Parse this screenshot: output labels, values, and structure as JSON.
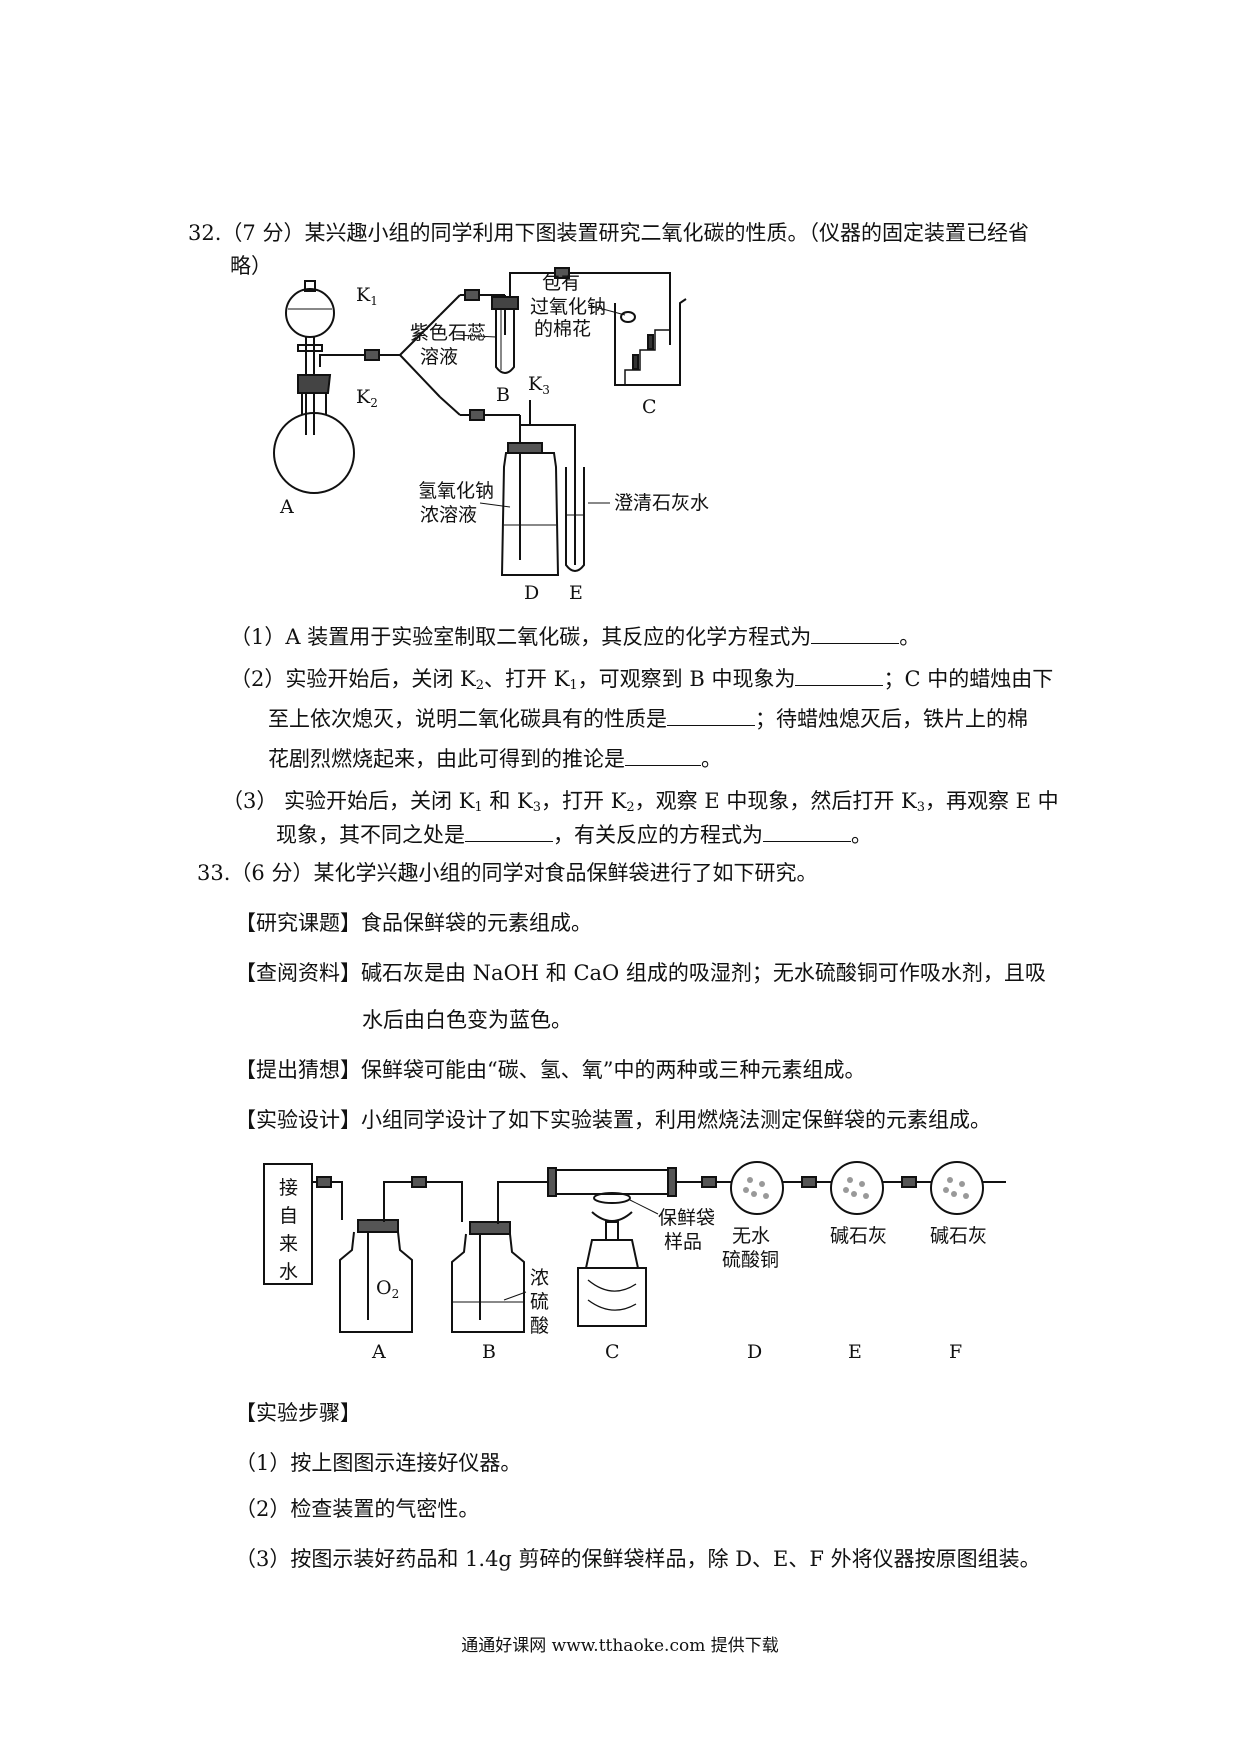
{
  "q32": {
    "number": "32.",
    "score": "（7 分）",
    "stem": "某兴趣小组的同学利用下图装置研究二氧化碳的性质。（仪器的固定装置已经省",
    "stem_cont": "略）",
    "figure": {
      "A": "A",
      "B": "B",
      "C": "C",
      "D": "D",
      "E": "E",
      "K1": "K",
      "K1_sub": "1",
      "K2": "K",
      "K2_sub": "2",
      "K3": "K",
      "K3_sub": "3",
      "litmus_1": "紫色石蕊",
      "litmus_2": "溶液",
      "cotton_1": "包有",
      "cotton_2": "过氧化钠",
      "cotton_3": "的棉花",
      "naoh_1": "氢氧化钠",
      "naoh_2": "浓溶液",
      "limewater": "澄清石灰水"
    },
    "p1": "（1）A 装置用于实验室制取二氧化碳，其反应的化学方程式为",
    "p1_end": "。",
    "p2_a": "（2）实验开始后，关闭 K",
    "p2_a_sub1": "2",
    "p2_b": "、打开 K",
    "p2_b_sub": "1",
    "p2_c": "，可观察到 B 中现象为",
    "p2_d": "；C 中的蜡烛由下",
    "p2_line2": "至上依次熄灭，说明二氧化碳具有的性质是",
    "p2_line2_end": "；待蜡烛熄灭后，铁片上的棉",
    "p2_line3": "花剧烈燃烧起来，由此可得到的推论是",
    "p2_line3_end": "。",
    "p3_a": "（3）  实验开始后，关闭 K",
    "p3_a_sub": "1",
    "p3_b": " 和 K",
    "p3_b_sub": "3",
    "p3_c": "，打开 K",
    "p3_c_sub": "2",
    "p3_d": "，观察 E 中现象，然后打开 K",
    "p3_d_sub": "3",
    "p3_e": "，再观察 E 中",
    "p3_line2": "现象，其不同之处是",
    "p3_line2_mid": "，有关反应的方程式为",
    "p3_line2_end": "。"
  },
  "q33": {
    "number": "33.",
    "score": "（6 分）",
    "stem": "某化学兴趣小组的同学对食品保鲜袋进行了如下研究。",
    "topic_label": "【研究课题】",
    "topic": "食品保鲜袋的元素组成。",
    "ref_label": "【查阅资料】",
    "ref": "碱石灰是由 NaOH 和 CaO 组成的吸湿剂；无水硫酸铜可作吸水剂，且吸",
    "ref_cont": "水后由白色变为蓝色。",
    "guess_label": "【提出猜想】",
    "guess": "保鲜袋可能由“碳、氢、氧”中的两种或三种元素组成。",
    "design_label": "【实验设计】",
    "design": "小组同学设计了如下实验装置，利用燃烧法测定保鲜袋的元素组成。",
    "figure": {
      "water_1": "接",
      "water_2": "自",
      "water_3": "来",
      "water_4": "水",
      "o2": "O",
      "o2_sub": "2",
      "acid_1": "浓",
      "acid_2": "硫",
      "acid_3": "酸",
      "sample_1": "保鲜袋",
      "sample_2": "样品",
      "cuso4_1": "无水",
      "cuso4_2": "硫酸铜",
      "lime_e": "碱石灰",
      "lime_f": "碱石灰",
      "A": "A",
      "B": "B",
      "C": "C",
      "D": "D",
      "E": "E",
      "F": "F"
    },
    "steps_label": "【实验步骤】",
    "s1": "（1）按上图图示连接好仪器。",
    "s2": "（2）检查装置的气密性。",
    "s3": "（3）按图示装好药品和 1.4g 剪碎的保鲜袋样品，除 D、E、F 外将仪器按原图组装。"
  },
  "footer": "通通好课网  www.tthaoke.com  提供下载"
}
